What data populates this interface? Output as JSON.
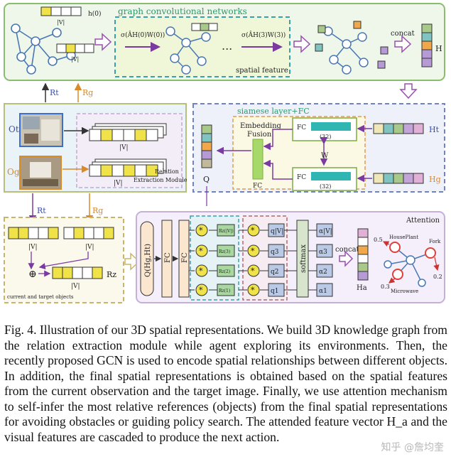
{
  "figure": {
    "gcn_title": "graph convolutional networks",
    "h0_label": "h(0)",
    "v_label": "|V|",
    "formula1": "σ(ÂH(0)W(0))",
    "formula2": "σ(ÂH(3)W(3))",
    "spatial_feature": "spatial feature",
    "concat": "concat",
    "H": "H",
    "Rt": "Rt",
    "Rg": "Rg",
    "Ot": "Ot",
    "Og": "Og",
    "relation_module_line1": "Relation",
    "relation_module_line2": "Extraction Module",
    "siamese": "siamese layer+FC",
    "embedding_line1": "Embedding",
    "embedding_line2": "Fusion",
    "FC": "FC",
    "dim32": "(32)",
    "W": "W",
    "Ht": "Ht",
    "Hg": "Hg",
    "Q": "Q",
    "Rz": "Rz",
    "cur_target": "current and target objects",
    "Q_input": "Q(Hg,Ht)",
    "softmax": "softmax",
    "attention": "Attention",
    "Ha": "Ha",
    "q_labels": [
      "q|V|",
      "q3",
      "q2",
      "q1"
    ],
    "alpha_labels": [
      "α|V|",
      "α3",
      "α2",
      "α1"
    ],
    "rz_labels": [
      "Rz(|V|)",
      "Rz(3)",
      "Rz(2)",
      "Rz(1)"
    ],
    "houseplant": "HousePlant",
    "fork": "Fork",
    "microwave": "Microwave",
    "w05": "0.5",
    "w03": "0.3",
    "w02": "0.2",
    "times": "*",
    "oplus": "⊕",
    "dots": "..."
  },
  "caption": {
    "label": "Fig. 4.",
    "text": "Illustration of our 3D spatial representations. We build 3D knowledge graph from the relation extraction module while agent exploring its environments. Then, the recently proposed GCN is used to encode spatial relationships between different objects. In addition, the final spatial representations is obtained based on the spatial features from the current observation and the target image. Finally, we use attention mechanism to self-infer the most relative references (objects) from the final spatial representations for avoiding obstacles or guiding policy search. The attended feature vector H_a and the visual features are cascaded to produce the next action."
  },
  "watermark": "知乎 @詹均奎",
  "colors": {
    "green_border": "#8bbd6e",
    "teal_dash": "#3aa1a8",
    "blue_dash": "#6f83c9",
    "khaki_dash": "#c9b56a",
    "node_blue": "#5b8fc9",
    "yellow": "#f0e34a",
    "teal_bar": "#2fb6b3",
    "purple": "#9a4fb0",
    "red": "#e0403a",
    "orange": "#e39a3a"
  }
}
